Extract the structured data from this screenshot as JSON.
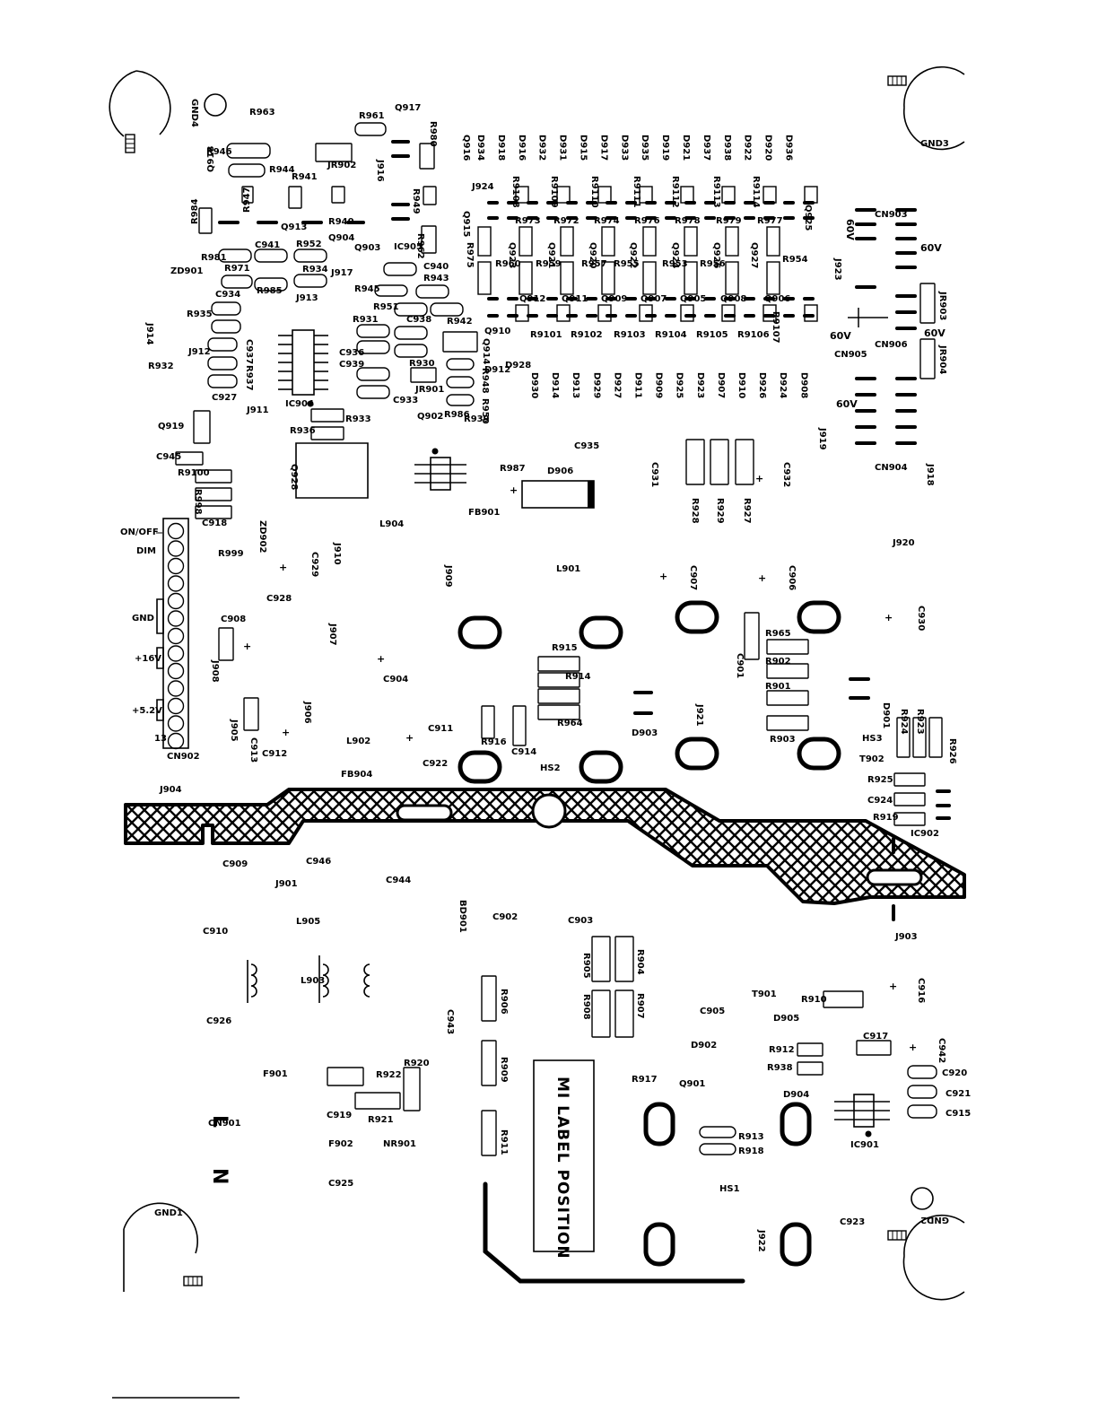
{
  "board": {
    "label_position_text": "MI LABEL POSITION",
    "mounting_holes": [
      "GND4",
      "GND3",
      "GND1",
      "GND2"
    ],
    "connector_cn902": {
      "name": "CN902",
      "pin_labels": [
        "ON/OFF",
        "DIM",
        "GND",
        "+16V",
        "+5.2V",
        "13"
      ]
    },
    "ac_labels": [
      "N",
      "L"
    ],
    "voltage_labels": [
      "60V",
      "60V",
      "60V",
      "60V",
      "60V"
    ],
    "components": [
      {
        "ref": "R963"
      },
      {
        "ref": "R961"
      },
      {
        "ref": "Q917"
      },
      {
        "ref": "R946"
      },
      {
        "ref": "R944"
      },
      {
        "ref": "JR902"
      },
      {
        "ref": "R980"
      },
      {
        "ref": "Q916"
      },
      {
        "ref": "J916"
      },
      {
        "ref": "Q918"
      },
      {
        "ref": "R941"
      },
      {
        "ref": "R949"
      },
      {
        "ref": "J924"
      },
      {
        "ref": "R984"
      },
      {
        "ref": "R947"
      },
      {
        "ref": "Q913"
      },
      {
        "ref": "R940"
      },
      {
        "ref": "Q904"
      },
      {
        "ref": "Q915"
      },
      {
        "ref": "R962"
      },
      {
        "ref": "Q903"
      },
      {
        "ref": "IC905"
      },
      {
        "ref": "R981"
      },
      {
        "ref": "C941"
      },
      {
        "ref": "R952"
      },
      {
        "ref": "ZD901"
      },
      {
        "ref": "R971"
      },
      {
        "ref": "R934"
      },
      {
        "ref": "J917"
      },
      {
        "ref": "R985"
      },
      {
        "ref": "C940"
      },
      {
        "ref": "R943"
      },
      {
        "ref": "C934"
      },
      {
        "ref": "J913"
      },
      {
        "ref": "R945"
      },
      {
        "ref": "R951"
      },
      {
        "ref": "R935"
      },
      {
        "ref": "C938"
      },
      {
        "ref": "R942"
      },
      {
        "ref": "J914"
      },
      {
        "ref": "R931"
      },
      {
        "ref": "C937"
      },
      {
        "ref": "J912"
      },
      {
        "ref": "C936"
      },
      {
        "ref": "C939"
      },
      {
        "ref": "R932"
      },
      {
        "ref": "R937"
      },
      {
        "ref": "R930"
      },
      {
        "ref": "Q914"
      },
      {
        "ref": "R948"
      },
      {
        "ref": "D912"
      },
      {
        "ref": "C927"
      },
      {
        "ref": "C933"
      },
      {
        "ref": "JR901"
      },
      {
        "ref": "IC904"
      },
      {
        "ref": "R950"
      },
      {
        "ref": "J911"
      },
      {
        "ref": "Q902"
      },
      {
        "ref": "R986"
      },
      {
        "ref": "R939"
      },
      {
        "ref": "Q919"
      },
      {
        "ref": "R933"
      },
      {
        "ref": "R936"
      },
      {
        "ref": "C945"
      },
      {
        "ref": "Q928"
      },
      {
        "ref": "R9100"
      },
      {
        "ref": "R998"
      },
      {
        "ref": "C918"
      },
      {
        "ref": "ZD902"
      },
      {
        "ref": "L904"
      },
      {
        "ref": "R999"
      },
      {
        "ref": "C929"
      },
      {
        "ref": "J910"
      },
      {
        "ref": "C928"
      },
      {
        "ref": "J909"
      },
      {
        "ref": "C908"
      },
      {
        "ref": "J907"
      },
      {
        "ref": "J908"
      },
      {
        "ref": "C904"
      },
      {
        "ref": "J906"
      },
      {
        "ref": "J905"
      },
      {
        "ref": "C913"
      },
      {
        "ref": "C912"
      },
      {
        "ref": "L902"
      },
      {
        "ref": "C911"
      },
      {
        "ref": "C922"
      },
      {
        "ref": "FB904"
      },
      {
        "ref": "J904"
      },
      {
        "ref": "C935"
      },
      {
        "ref": "R987"
      },
      {
        "ref": "D906"
      },
      {
        "ref": "FB901"
      },
      {
        "ref": "C931"
      },
      {
        "ref": "C932"
      },
      {
        "ref": "R928"
      },
      {
        "ref": "R929"
      },
      {
        "ref": "R927"
      },
      {
        "ref": "L901"
      },
      {
        "ref": "C907"
      },
      {
        "ref": "C906"
      },
      {
        "ref": "J920"
      },
      {
        "ref": "C930"
      },
      {
        "ref": "R915"
      },
      {
        "ref": "R914"
      },
      {
        "ref": "R964"
      },
      {
        "ref": "R916"
      },
      {
        "ref": "C914"
      },
      {
        "ref": "HS2"
      },
      {
        "ref": "D903"
      },
      {
        "ref": "J921"
      },
      {
        "ref": "C901"
      },
      {
        "ref": "R965"
      },
      {
        "ref": "R902"
      },
      {
        "ref": "R901"
      },
      {
        "ref": "R903"
      },
      {
        "ref": "D901"
      },
      {
        "ref": "R924"
      },
      {
        "ref": "R923"
      },
      {
        "ref": "R926"
      },
      {
        "ref": "HS3"
      },
      {
        "ref": "T902"
      },
      {
        "ref": "R925"
      },
      {
        "ref": "C924"
      },
      {
        "ref": "R919"
      },
      {
        "ref": "IC902"
      },
      {
        "ref": "CN903"
      },
      {
        "ref": "J923"
      },
      {
        "ref": "JR903"
      },
      {
        "ref": "CN906"
      },
      {
        "ref": "CN905"
      },
      {
        "ref": "JR904"
      },
      {
        "ref": "J919"
      },
      {
        "ref": "CN904"
      },
      {
        "ref": "J918"
      },
      {
        "ref": "C909"
      },
      {
        "ref": "C946"
      },
      {
        "ref": "J901"
      },
      {
        "ref": "C944"
      },
      {
        "ref": "L905"
      },
      {
        "ref": "C910"
      },
      {
        "ref": "BD901"
      },
      {
        "ref": "C902"
      },
      {
        "ref": "C903"
      },
      {
        "ref": "J903"
      },
      {
        "ref": "L903"
      },
      {
        "ref": "R905"
      },
      {
        "ref": "R904"
      },
      {
        "ref": "R908"
      },
      {
        "ref": "R907"
      },
      {
        "ref": "C943"
      },
      {
        "ref": "R906"
      },
      {
        "ref": "C926"
      },
      {
        "ref": "T901"
      },
      {
        "ref": "R910"
      },
      {
        "ref": "C916"
      },
      {
        "ref": "C905"
      },
      {
        "ref": "D905"
      },
      {
        "ref": "D902"
      },
      {
        "ref": "R912"
      },
      {
        "ref": "R938"
      },
      {
        "ref": "C917"
      },
      {
        "ref": "C942"
      },
      {
        "ref": "F901"
      },
      {
        "ref": "R922"
      },
      {
        "ref": "R920"
      },
      {
        "ref": "R909"
      },
      {
        "ref": "R917"
      },
      {
        "ref": "Q901"
      },
      {
        "ref": "D904"
      },
      {
        "ref": "C920"
      },
      {
        "ref": "C921"
      },
      {
        "ref": "C915"
      },
      {
        "ref": "C919"
      },
      {
        "ref": "R921"
      },
      {
        "ref": "CN901"
      },
      {
        "ref": "R911"
      },
      {
        "ref": "R913"
      },
      {
        "ref": "R918"
      },
      {
        "ref": "IC901"
      },
      {
        "ref": "F902"
      },
      {
        "ref": "NR901"
      },
      {
        "ref": "C925"
      },
      {
        "ref": "HS1"
      },
      {
        "ref": "J922"
      },
      {
        "ref": "C923"
      },
      {
        "ref": "R9108"
      },
      {
        "ref": "R9109"
      },
      {
        "ref": "R9110"
      },
      {
        "ref": "R9111"
      },
      {
        "ref": "R9112"
      },
      {
        "ref": "R9113"
      },
      {
        "ref": "R9114"
      },
      {
        "ref": "Q925"
      },
      {
        "ref": "R973"
      },
      {
        "ref": "R972"
      },
      {
        "ref": "R974"
      },
      {
        "ref": "R976"
      },
      {
        "ref": "R978"
      },
      {
        "ref": "R979"
      },
      {
        "ref": "R977"
      },
      {
        "ref": "R975"
      },
      {
        "ref": "Q923"
      },
      {
        "ref": "Q921"
      },
      {
        "ref": "Q920"
      },
      {
        "ref": "Q922"
      },
      {
        "ref": "Q924"
      },
      {
        "ref": "Q926"
      },
      {
        "ref": "Q927"
      },
      {
        "ref": "R960"
      },
      {
        "ref": "R959"
      },
      {
        "ref": "R957"
      },
      {
        "ref": "R955"
      },
      {
        "ref": "R953"
      },
      {
        "ref": "R956"
      },
      {
        "ref": "R954"
      },
      {
        "ref": "Q912"
      },
      {
        "ref": "Q911"
      },
      {
        "ref": "Q909"
      },
      {
        "ref": "Q907"
      },
      {
        "ref": "Q905"
      },
      {
        "ref": "Q908"
      },
      {
        "ref": "Q906"
      },
      {
        "ref": "R9101"
      },
      {
        "ref": "R9102"
      },
      {
        "ref": "R9103"
      },
      {
        "ref": "R9104"
      },
      {
        "ref": "R9105"
      },
      {
        "ref": "R9106"
      },
      {
        "ref": "R9107"
      },
      {
        "ref": "Q910"
      },
      {
        "ref": "D928"
      }
    ],
    "diode_row_top": [
      "D934",
      "D918",
      "D916",
      "D932",
      "D931",
      "D915",
      "D917",
      "D933",
      "D935",
      "D919",
      "D921",
      "D937",
      "D938",
      "D922",
      "D920",
      "D936"
    ],
    "diode_row_bottom": [
      "D930",
      "D914",
      "D913",
      "D929",
      "D927",
      "D911",
      "D909",
      "D925",
      "D923",
      "D907",
      "D910",
      "D926",
      "D924",
      "D908"
    ]
  }
}
